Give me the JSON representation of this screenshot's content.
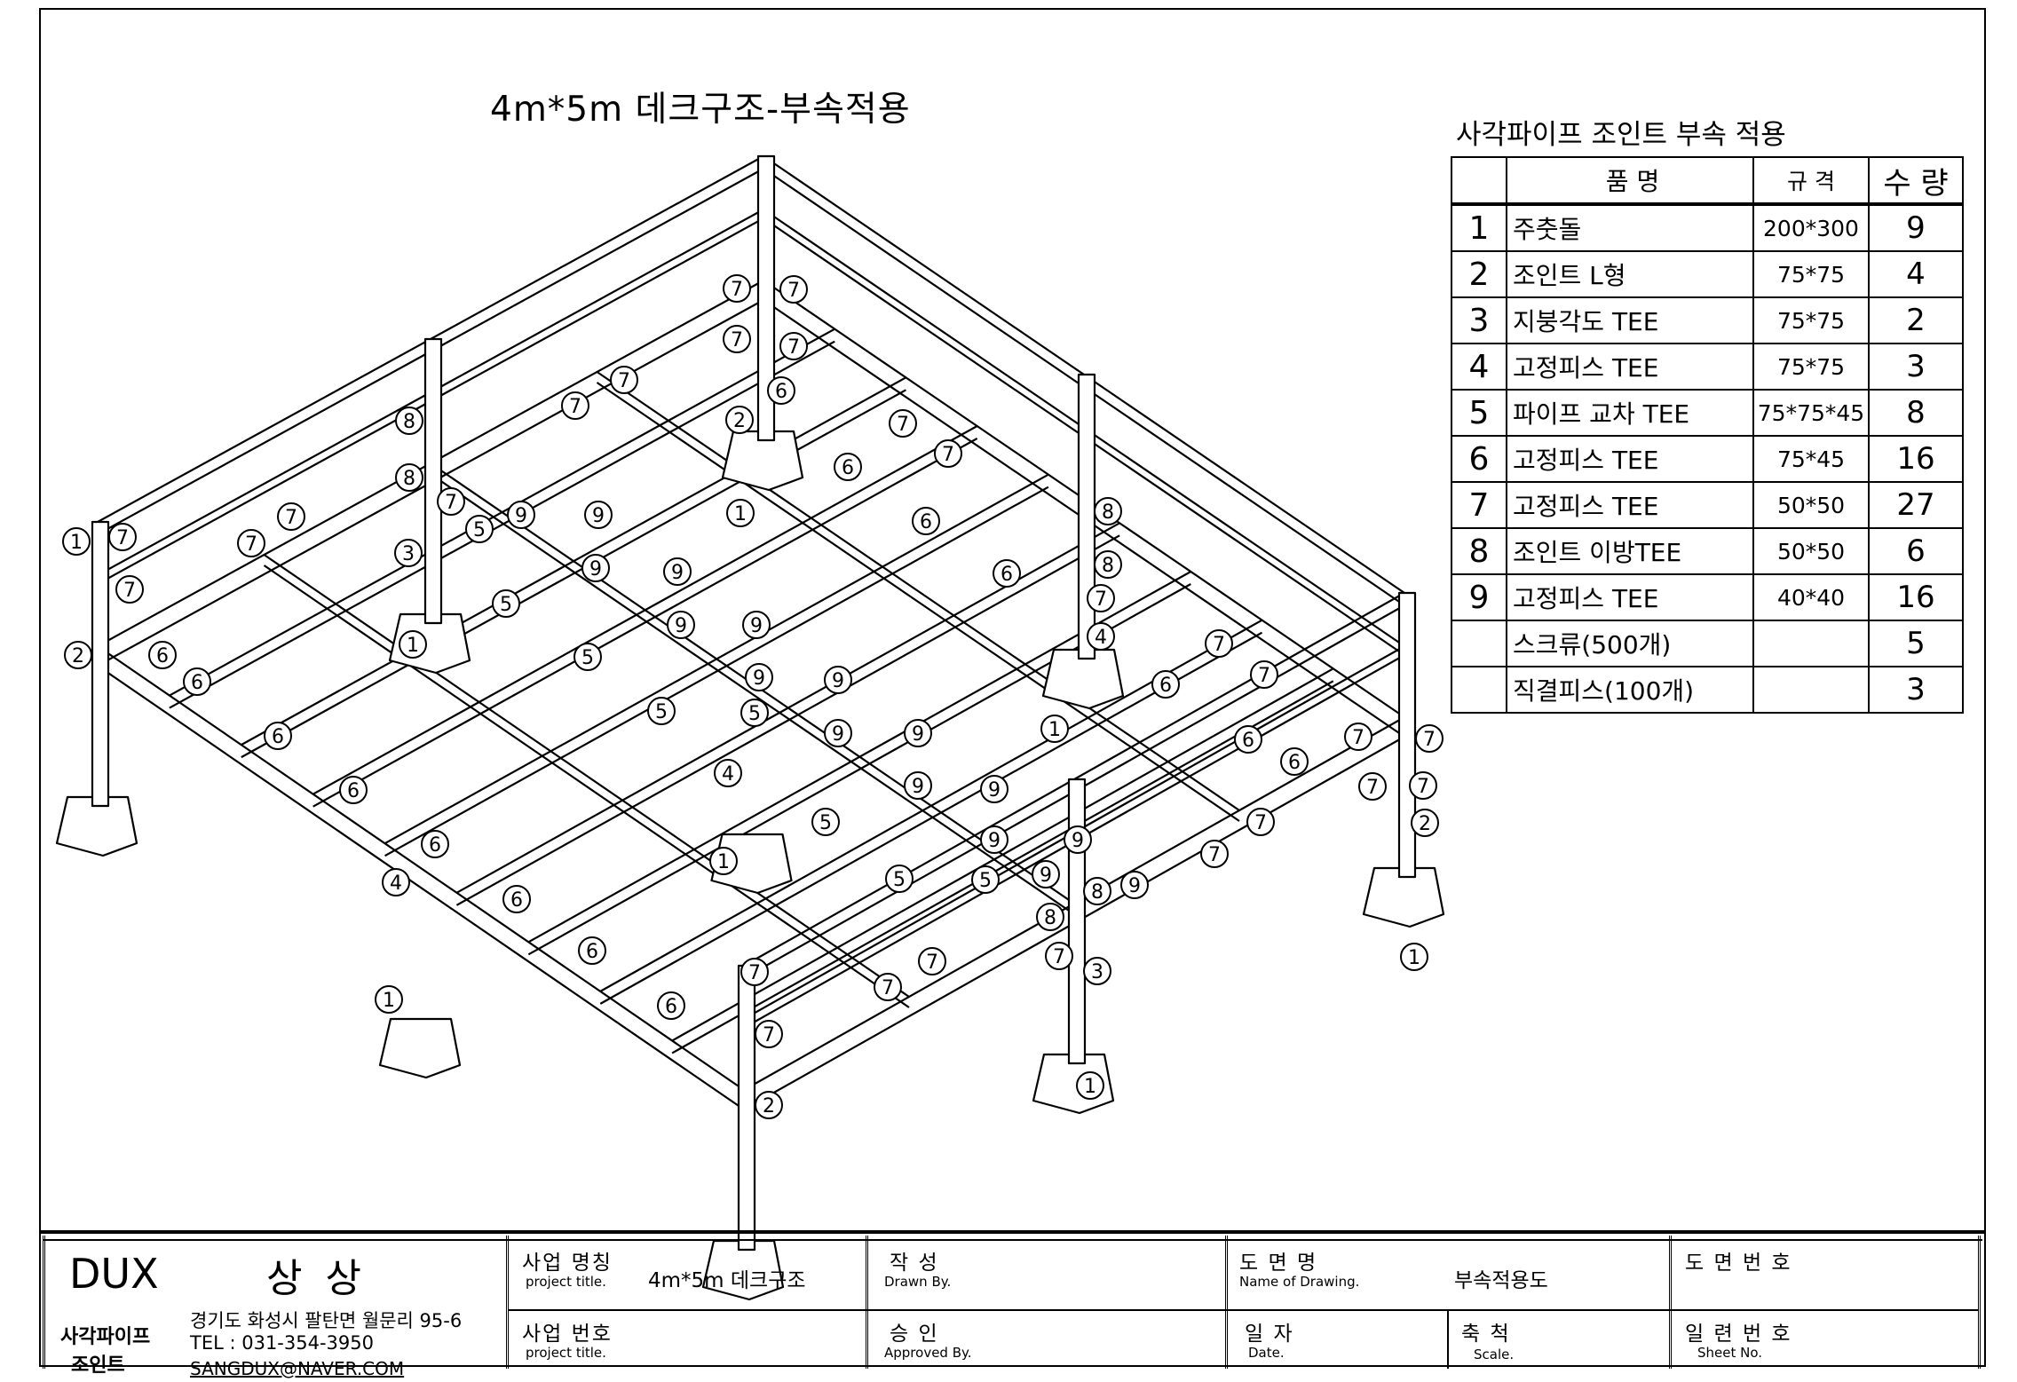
{
  "drawing_title": "4m*5m 데크구조-부속적용",
  "parts_table": {
    "title": "사각파이프 조인트 부속 적용",
    "headers": {
      "no": "",
      "name": "품          명",
      "spec": "규    격",
      "qty": "수  량"
    },
    "rows": [
      {
        "no": "1",
        "name": "주춧돌",
        "spec": "200*300",
        "qty": "9"
      },
      {
        "no": "2",
        "name": "조인트 L형",
        "spec": "75*75",
        "qty": "4"
      },
      {
        "no": "3",
        "name": "지붕각도 TEE",
        "spec": "75*75",
        "qty": "2"
      },
      {
        "no": "4",
        "name": "고정피스 TEE",
        "spec": "75*75",
        "qty": "3"
      },
      {
        "no": "5",
        "name": "파이프 교차 TEE",
        "spec": "75*75*45",
        "qty": "8"
      },
      {
        "no": "6",
        "name": "고정피스 TEE",
        "spec": "75*45",
        "qty": "16"
      },
      {
        "no": "7",
        "name": "고정피스 TEE",
        "spec": "50*50",
        "qty": "27"
      },
      {
        "no": "8",
        "name": "조인트 이방TEE",
        "spec": "50*50",
        "qty": "6"
      },
      {
        "no": "9",
        "name": "고정피스 TEE",
        "spec": "40*40",
        "qty": "16"
      },
      {
        "no": "",
        "name": "스크류(500개)",
        "spec": "",
        "qty": "5"
      },
      {
        "no": "",
        "name": "직결피스(100개)",
        "spec": "",
        "qty": "3"
      }
    ]
  },
  "title_block": {
    "company": "DUX",
    "company_kr": "상 상",
    "brand_line1": "사각파이프",
    "brand_line2": "조인트",
    "address": "경기도 화성시 팔탄면 월문리 95-6",
    "tel": "TEL : 031-354-3950",
    "email": "SANGDUX@NAVER.COM",
    "project_name_label": "사업 명칭",
    "project_name_sub": "project title.",
    "project_name_value": "4m*5m 데크구조",
    "project_no_label": "사업 번호",
    "project_no_sub": "project title.",
    "drawn_label": "작    성",
    "drawn_sub": "Drawn By.",
    "approved_label": "승    인",
    "approved_sub": "Approved By.",
    "drawing_name_label": "도  면  명",
    "drawing_name_sub": "Name of Drawing.",
    "drawing_name_value": "부속적용도",
    "date_label": "일    자",
    "date_sub": "Date.",
    "scale_label": "축    척",
    "scale_sub": "Scale.",
    "drawing_no_label": "도 면 번 호",
    "sheet_no_label": "일 련 번 호",
    "sheet_no_sub": "Sheet No."
  }
}
